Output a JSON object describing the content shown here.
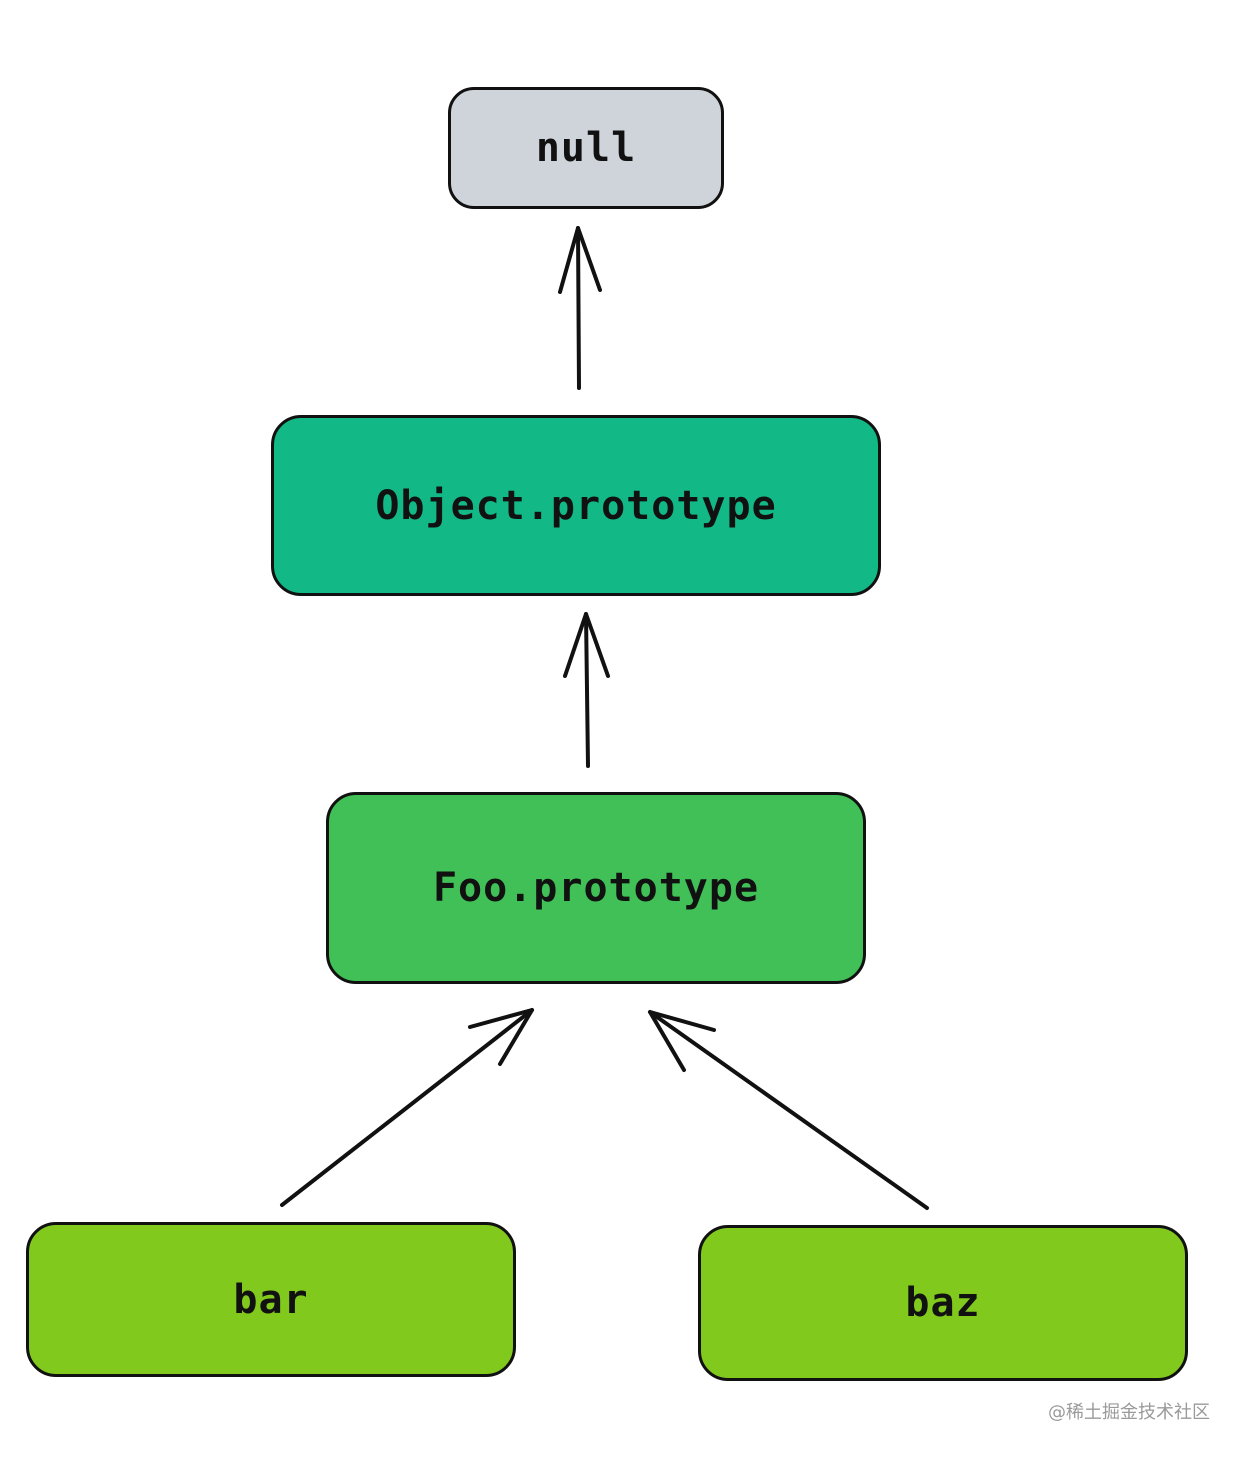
{
  "nodes": {
    "null": {
      "label": "null",
      "color": "#ced4da"
    },
    "object_prototype": {
      "label": "Object.prototype",
      "color": "#12b886"
    },
    "foo_prototype": {
      "label": "Foo.prototype",
      "color": "#40c057"
    },
    "bar": {
      "label": "bar",
      "color": "#82c91e"
    },
    "baz": {
      "label": "baz",
      "color": "#82c91e"
    }
  },
  "edges": [
    {
      "from": "object_prototype",
      "to": "null"
    },
    {
      "from": "foo_prototype",
      "to": "object_prototype"
    },
    {
      "from": "bar",
      "to": "foo_prototype"
    },
    {
      "from": "baz",
      "to": "foo_prototype"
    }
  ],
  "watermark": "@稀土掘金技术社区"
}
